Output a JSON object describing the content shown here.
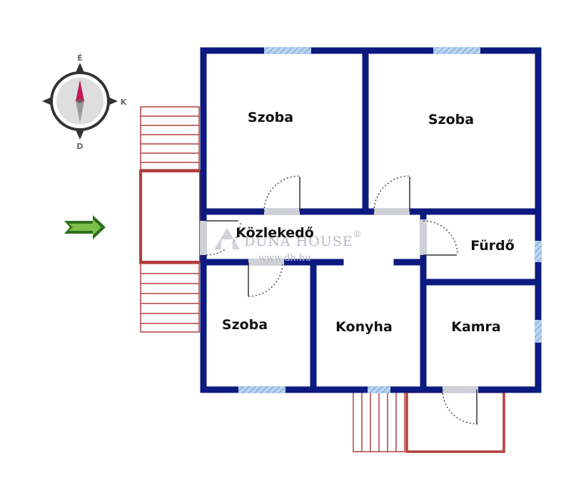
{
  "rooms": {
    "room_top_left": "Szoba",
    "room_top_right": "Szoba",
    "hallway": "Közlekedő",
    "bathroom": "Fürdő",
    "room_bottom_left": "Szoba",
    "kitchen": "Konyha",
    "pantry": "Kamra"
  },
  "compass": {
    "north": "É",
    "east": "K",
    "south": "D"
  },
  "watermark": {
    "brand": "DUNA HOUSE",
    "registered": "®",
    "url": "www.dh.hu"
  },
  "colors": {
    "wall": "#0d1a80",
    "window": "#8fb6e2",
    "stairs": "#b24040",
    "entrance_arrow": "#4e9c2e",
    "compass_needle_north": "#c2185b"
  },
  "icons": [
    "compass-icon",
    "entrance-arrow-icon",
    "door-swing-icon",
    "window-icon",
    "stairs-icon"
  ]
}
